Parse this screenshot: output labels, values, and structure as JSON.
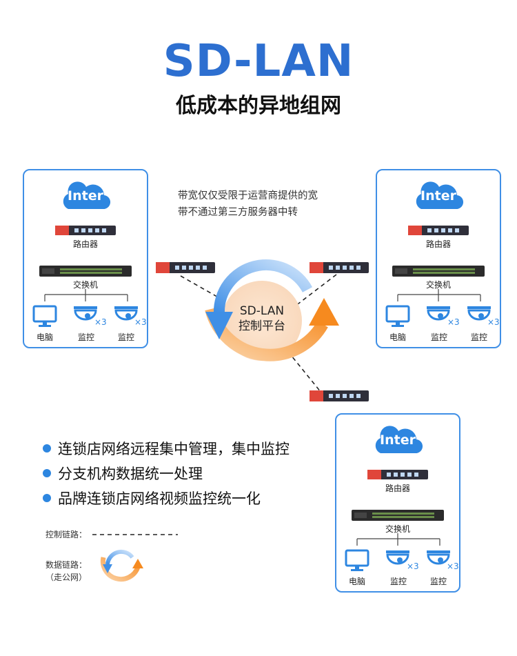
{
  "header": {
    "title": "SD-LAN",
    "subtitle": "低成本的异地组网"
  },
  "note": {
    "line1": "带宽仅仅受限于运营商提供的宽",
    "line2": "带不通过第三方服务器中转"
  },
  "center": {
    "line1": "SD-LAN",
    "line2": "控制平台"
  },
  "site": {
    "cloud_label": "Inter",
    "router_label": "路由器",
    "switch_label": "交换机",
    "pc_label": "电脑",
    "camera_label": "监控",
    "camera_count": "×3"
  },
  "features": [
    "连锁店网络远程集中管理，集中监控",
    "分支机构数据统一处理",
    "品牌连锁店网络视频监控统一化"
  ],
  "legend": {
    "control_link": "控制链路：",
    "data_link": "数据链路：",
    "data_link_note": "（走公网）"
  },
  "colors": {
    "brand_blue": "#2d6fd0",
    "frame_blue": "#3f8fe6",
    "arrow_orange": "#f68a1f",
    "router_red": "#e0463a"
  }
}
